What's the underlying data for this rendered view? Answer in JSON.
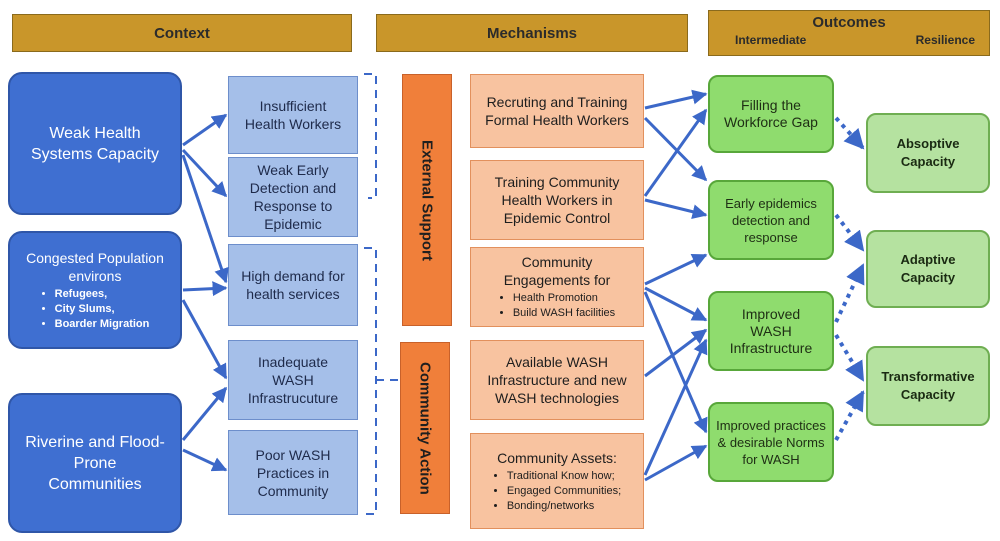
{
  "headers": {
    "context": "Context",
    "mechanisms": "Mechanisms",
    "outcomes": "Outcomes",
    "intermediate": "Intermediate",
    "resilience": "Resilience"
  },
  "context": {
    "weak_health": "Weak Health Systems Capacity",
    "congested": "Congested Population environs",
    "congested_bullets": [
      "Refugees,",
      "City Slums,",
      "Boarder Migration"
    ],
    "riverine": "Riverine and Flood-Prone Communities"
  },
  "context_sub": {
    "insufficient": "Insufficient Health Workers",
    "weak_early": "Weak Early Detection and Response to Epidemic",
    "high_demand": "High demand for health services",
    "inadequate": "Inadequate WASH Infrastrucuture",
    "poor_wash": "Poor WASH Practices in Community"
  },
  "bars": {
    "external": "External Support",
    "community": "Community Action"
  },
  "mechanisms": {
    "recruiting": "Recruting and Training Formal Health Workers",
    "training_chw": "Training Community Health Workers in Epidemic Control",
    "engagements": "Community Engagements for",
    "engagements_bullets": [
      "Health Promotion",
      "Build WASH facilities"
    ],
    "available_wash": "Available WASH Infrastructure and new WASH technologies",
    "assets": "Community Assets:",
    "assets_bullets": [
      "Traditional Know how;",
      "Engaged Communities;",
      "Bonding/networks"
    ]
  },
  "intermediate": {
    "filling": "Filling the Workforce Gap",
    "early_epi": "Early epidemics detection and response",
    "improved_wash": "Improved WASH Infrastructure",
    "improved_practices": "Improved practices & desirable Norms for WASH"
  },
  "resilience": {
    "absorptive": "Absoptive Capacity",
    "adaptive": "Adaptive Capacity",
    "transformative": "Transformative Capacity"
  },
  "colors": {
    "header": "#c9962a",
    "context_main": "#3f6fd1",
    "context_sub": "#a5bfe9",
    "orange_bar": "#f07f3a",
    "mechanism": "#f8c3a0",
    "intermediate": "#8fdc6e",
    "resilience": "#b5e2a0",
    "arrow": "#3c68c8"
  }
}
